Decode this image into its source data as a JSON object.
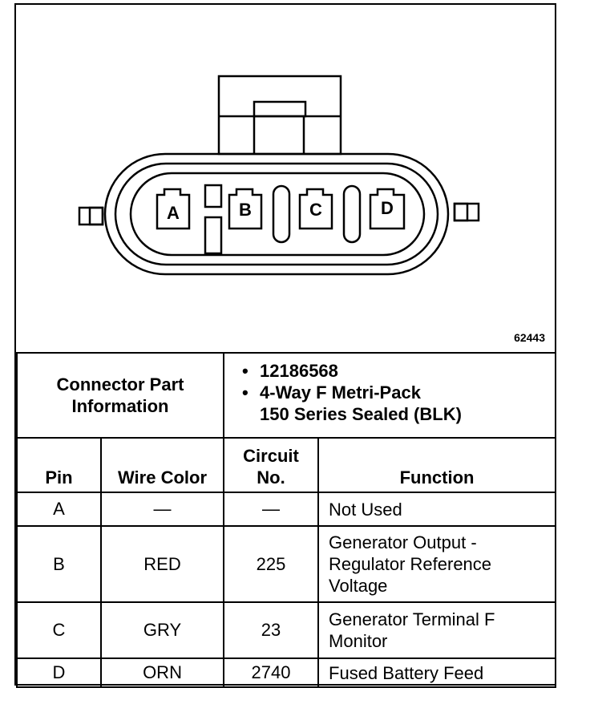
{
  "figure_number": "62443",
  "connector_pins": [
    "A",
    "B",
    "C",
    "D"
  ],
  "connector_info": {
    "label_line1": "Connector Part",
    "label_line2": "Information",
    "part_number": "12186568",
    "description_line1": "4-Way F Metri-Pack",
    "description_line2": "150 Series Sealed (BLK)"
  },
  "table_headers": {
    "pin": "Pin",
    "wire_color": "Wire Color",
    "circuit_line1": "Circuit",
    "circuit_line2": "No.",
    "function": "Function"
  },
  "rows": [
    {
      "pin": "A",
      "wire_color": "—",
      "circuit": "—",
      "function_lines": [
        "Not Used"
      ]
    },
    {
      "pin": "B",
      "wire_color": "RED",
      "circuit": "225",
      "function_lines": [
        "Generator Output -",
        "Regulator Reference",
        "Voltage"
      ]
    },
    {
      "pin": "C",
      "wire_color": "GRY",
      "circuit": "23",
      "function_lines": [
        "Generator Terminal F",
        "Monitor"
      ]
    },
    {
      "pin": "D",
      "wire_color": "ORN",
      "circuit": "2740",
      "function_lines": [
        "Fused Battery Feed"
      ]
    }
  ]
}
